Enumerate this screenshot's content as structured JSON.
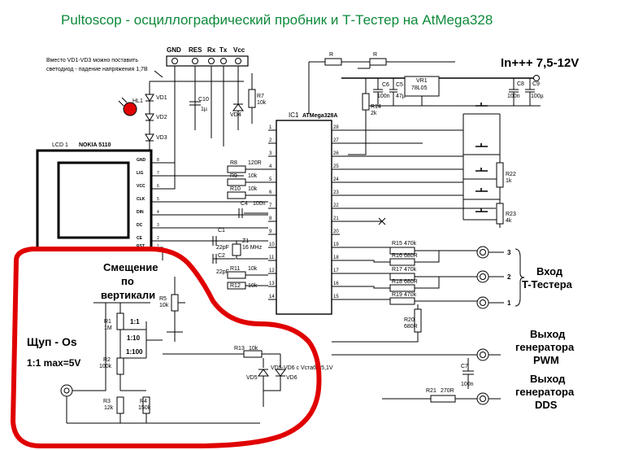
{
  "title": "Pultoscop - осциллографический пробник и Т-Тестер на AtMega328",
  "header_pins": {
    "labels": [
      "GND",
      "RES",
      "Rx",
      "Tx",
      "Vcc"
    ]
  },
  "note": [
    "Вместо VD1-VD3 можно поставить",
    "светодиод - падение напряжения 1,7В"
  ],
  "power": {
    "label": "In+++ 7,5-12V"
  },
  "vr": {
    "name": "VR1",
    "part": "78L05"
  },
  "ic": {
    "name": "IC1",
    "part": "ATMega328A",
    "left_pins": [
      "1",
      "2",
      "3",
      "4",
      "5",
      "6",
      "7",
      "8",
      "9",
      "10",
      "11",
      "12",
      "13",
      "14"
    ],
    "right_pins": [
      "28",
      "27",
      "26",
      "25",
      "24",
      "23",
      "22",
      "21",
      "20",
      "19",
      "18",
      "17",
      "16",
      "15"
    ]
  },
  "lcd": {
    "label1": "LCD 1",
    "label2": "NOKIA 5110",
    "pins": [
      "GND",
      "LIG",
      "VCC",
      "CLK",
      "DIN",
      "DC",
      "CE",
      "RST"
    ],
    "pin_nums": [
      "8",
      "7",
      "6",
      "5",
      "4",
      "3",
      "2",
      "1"
    ]
  },
  "components": {
    "hl1": "HL1",
    "vd1": "VD1",
    "vd2": "VD2",
    "vd3": "VD3",
    "vd4": "VD4",
    "vd5": "VD5",
    "vd6": "VD6",
    "c10": "C10",
    "c10v": "1µ",
    "r7": "R7",
    "r7v": "10k",
    "r": "R",
    "r2": "R",
    "c5": "C5",
    "c5v": "47µ",
    "c6": "C6",
    "c6v": "100n",
    "c8": "C8",
    "c8v": "100n",
    "c9": "C9",
    "c9v": "100µ",
    "r14": "R14",
    "r14v": "2k",
    "r8": "R8",
    "r8v": "120R",
    "r9": "R9",
    "r9v": "10k",
    "r10": "R10",
    "r10v": "10k",
    "c4": "C4",
    "c4v": "100n",
    "c1": "C1",
    "c1v": "22pF",
    "c2": "C2",
    "c2v": "22pF",
    "z1": "Z1",
    "z1v": "16 MHz",
    "r11": "R11",
    "r11v": "10k",
    "r12": "R12",
    "r12v": "10k",
    "r5": "R5",
    "r5v": "10k",
    "r22": "R22",
    "r22v": "1k",
    "r23": "R23",
    "r23v": "4k",
    "r15": "R15",
    "r15v": "470k",
    "r16": "R16",
    "r16v": "680R",
    "r17": "R17",
    "r17v": "470k",
    "r18": "R18",
    "r18v": "680R",
    "r19": "R19",
    "r19v": "470k",
    "r20": "R20",
    "r20v": "680R",
    "r21": "R21",
    "r21v": "270R",
    "c7": "C7",
    "c7v": "100n",
    "r13": "R13",
    "r13v": "10k",
    "vd_note": "VD5-VD6 с Vстаб.=5,1V",
    "r1": "R1",
    "r1v": "1M",
    "r2a": "R2",
    "r2av": "100k",
    "r3": "R3",
    "r3v": "12k",
    "r4": "R4",
    "r4v": "150k",
    "sw1": "1:1",
    "sw10": "1:10",
    "sw100": "1:100"
  },
  "labels": {
    "offset": [
      "Смещение",
      "по",
      "вертикали"
    ],
    "probe": [
      "Щуп - Os",
      "1:1 max=5V"
    ],
    "ttester": [
      "Вход",
      "T-Тестера"
    ],
    "pwm": [
      "Выход",
      "генератора",
      "PWM"
    ],
    "dds": [
      "Выход",
      "генератора",
      "DDS"
    ],
    "in_nums": [
      "3",
      "2",
      "1"
    ]
  },
  "colors": {
    "title": "#0d8a3a",
    "highlight": "#e00000",
    "led": "#e00000"
  }
}
